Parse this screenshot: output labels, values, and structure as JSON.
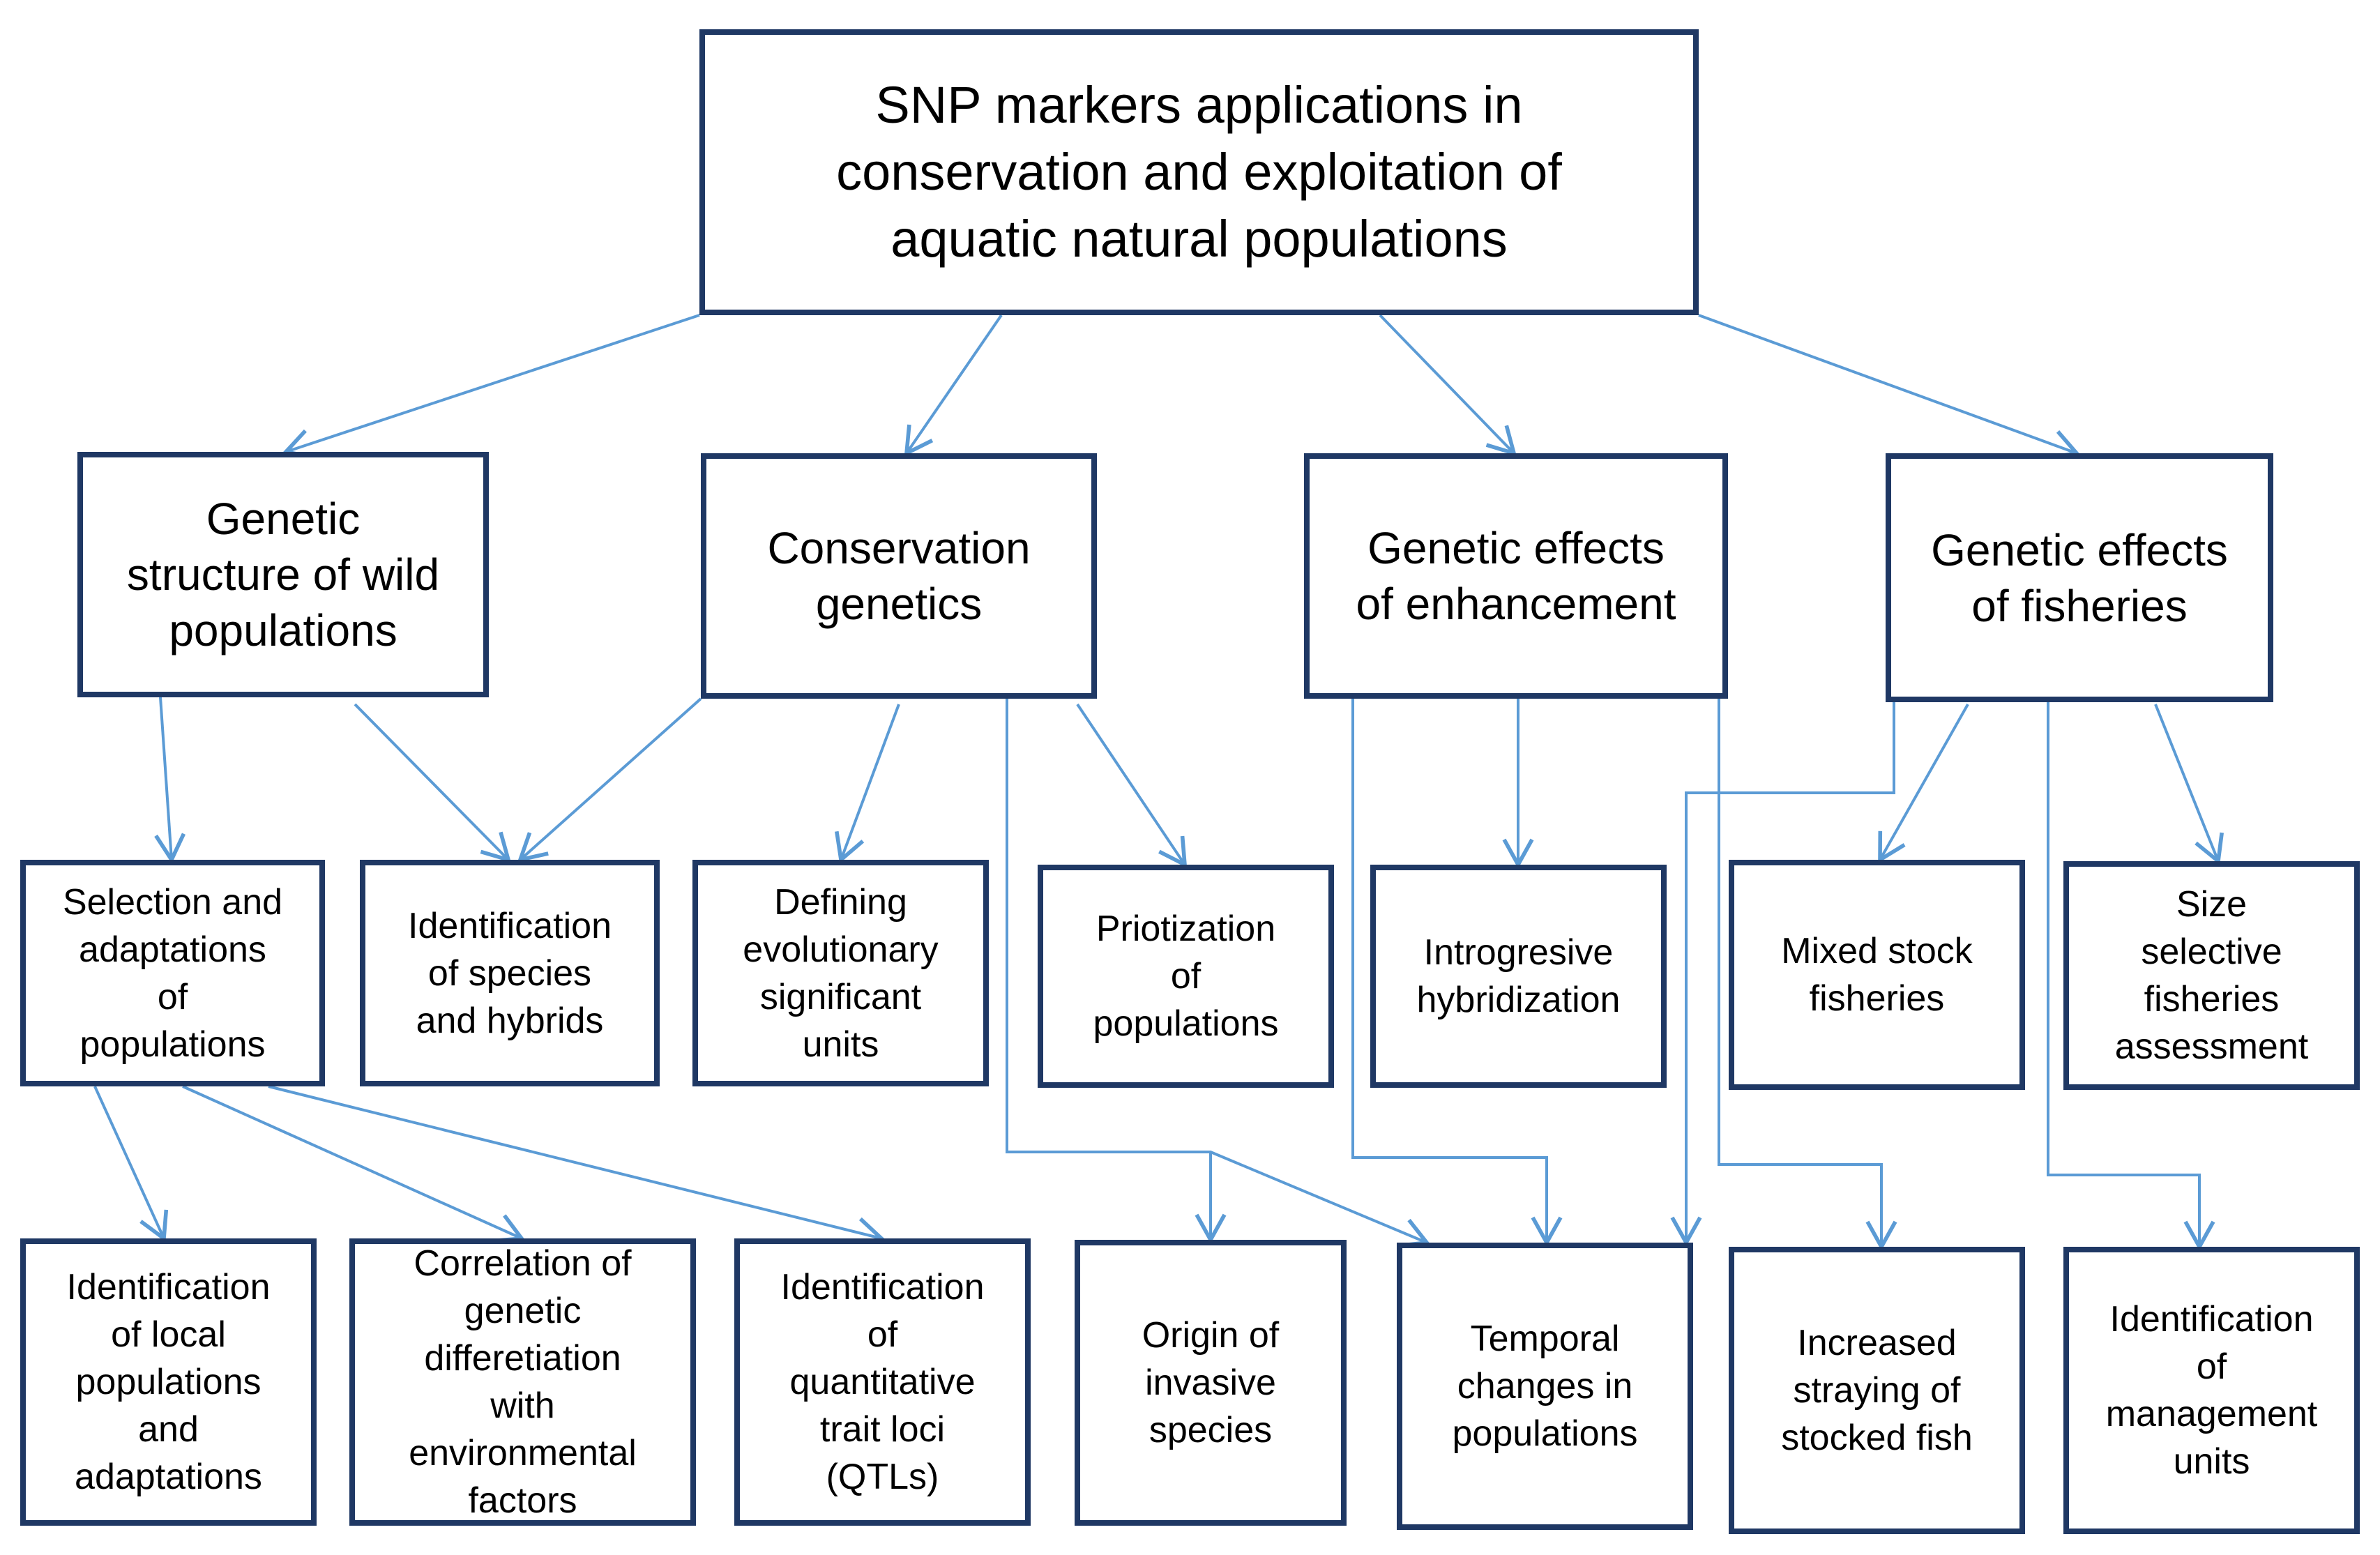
{
  "diagram": {
    "line_color": "#5b9bd5",
    "border_color": "#1f3864",
    "root": {
      "label": "SNP markers applications in\nconservation and exploitation of\naquatic natural  populations"
    },
    "categories": [
      {
        "label": "Genetic\nstructure  of wild\npopulations"
      },
      {
        "label": "Conservation\ngenetics"
      },
      {
        "label": "Genetic effects\nof enhancement"
      },
      {
        "label": "Genetic effects\nof fisheries"
      }
    ],
    "row3": [
      {
        "label": "Selection and\nadaptations\nof\npopulations"
      },
      {
        "label": "Identification\nof species\nand hybrids"
      },
      {
        "label": "Defining\nevolutionary\nsignificant\nunits"
      },
      {
        "label": "Priotization\nof\npopulations"
      },
      {
        "label": "Introgresive\nhybridization"
      },
      {
        "label": "Mixed stock\nfisheries"
      },
      {
        "label": "Size\nselective\nfisheries\nassessment"
      }
    ],
    "row4": [
      {
        "label": "Identification\nof local\npopulations\nand\nadaptations"
      },
      {
        "label": "Correlation  of\ngenetic\ndifferetiation\nwith\nenvironmental\nfactors"
      },
      {
        "label": "Identification\nof\nquantitative\ntrait  loci\n(QTLs)"
      },
      {
        "label": "Origin  of\ninvasive\nspecies"
      },
      {
        "label": "Temporal\nchanges  in\npopulations"
      },
      {
        "label": "Increased\nstraying of\nstocked fish"
      },
      {
        "label": "Identification\nof\nmanagement\nunits"
      }
    ]
  }
}
